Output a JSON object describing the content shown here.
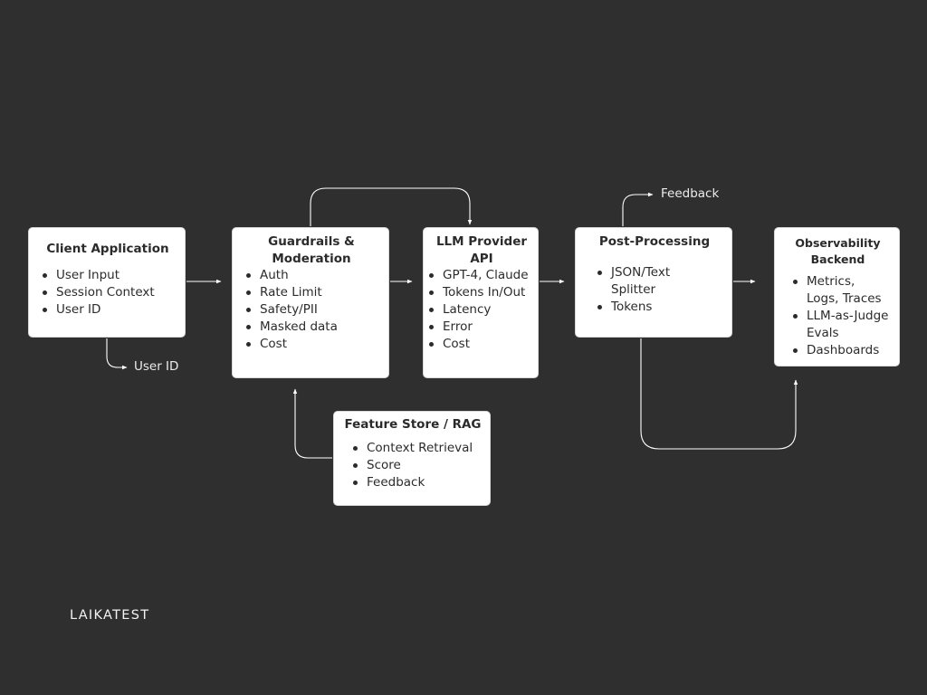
{
  "nodes": {
    "client": {
      "title": "Client Application",
      "items": [
        "User Input",
        "Session Context",
        "User ID"
      ]
    },
    "guardrails": {
      "title_line1": "Guardrails &",
      "title_line2": "Moderation",
      "items": [
        "Auth",
        "Rate Limit",
        "Safety/PII",
        "Masked data",
        "Cost"
      ]
    },
    "llm": {
      "title_line1": "LLM Provider",
      "title_line2": "API",
      "items": [
        "GPT-4, Claude",
        "Tokens In/Out",
        "Latency",
        "Error",
        "Cost"
      ]
    },
    "post": {
      "title": "Post-Processing",
      "items": [
        "JSON/Text Splitter",
        "Tokens"
      ]
    },
    "observability": {
      "title_line1": "Observability",
      "title_line2": "Backend",
      "items": [
        "Metrics, Logs, Traces",
        "LLM-as-Judge Evals",
        "Dashboards"
      ]
    },
    "feature_store": {
      "title": "Feature Store / RAG",
      "items": [
        "Context Retrieval",
        "Score",
        "Feedback"
      ]
    }
  },
  "edge_labels": {
    "user_id": "User ID",
    "feedback": "Feedback"
  },
  "brand": "LAIKATEST",
  "colors": {
    "background": "#2f2f2f",
    "node_fill": "#ffffff",
    "node_text": "#2b2b2b",
    "connector": "#ffffff",
    "label_text": "#ececec"
  }
}
